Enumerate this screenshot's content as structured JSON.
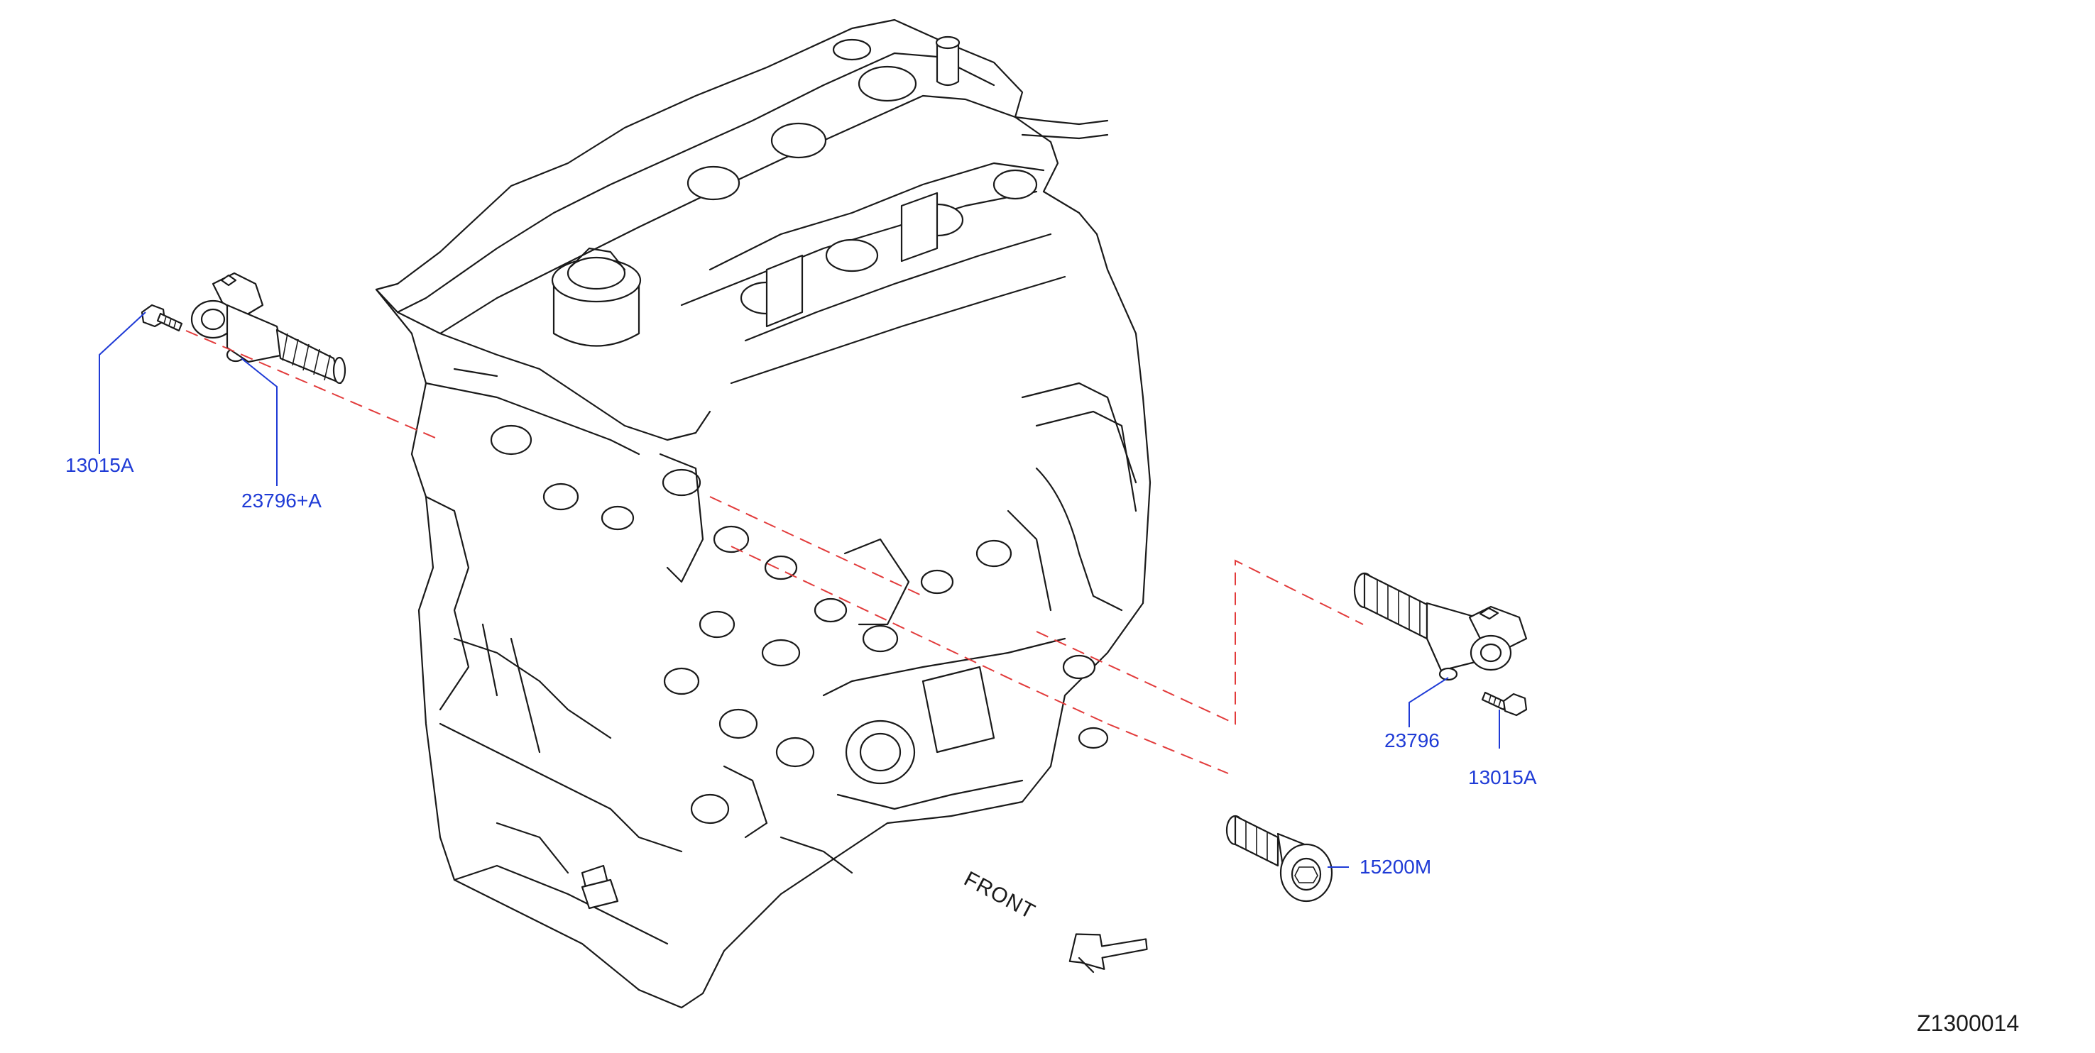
{
  "diagram_id": "Z1300014",
  "direction_label": "FRONT",
  "colors": {
    "callout_text": "#1f3bd6",
    "leader_line": "#1f3bd6",
    "dashed_guide": "#e23b3b",
    "linework": "#1a1a1a",
    "background": "#ffffff"
  },
  "parts": [
    {
      "id": "bolt_left",
      "callout": "13015A",
      "icon": "bolt-icon"
    },
    {
      "id": "solenoid_left",
      "callout": "23796+A",
      "icon": "valve-timing-solenoid-icon"
    },
    {
      "id": "solenoid_right",
      "callout": "23796",
      "icon": "valve-timing-solenoid-icon"
    },
    {
      "id": "bolt_right",
      "callout": "13015A",
      "icon": "bolt-icon"
    },
    {
      "id": "plug",
      "callout": "15200M",
      "icon": "oil-filter-plug-icon"
    }
  ]
}
